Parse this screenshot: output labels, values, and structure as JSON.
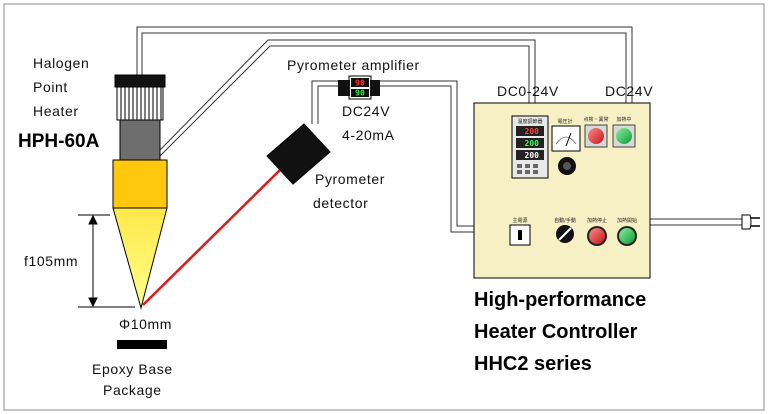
{
  "heater": {
    "name_line1": "Halogen",
    "name_line2": "Point",
    "name_line3": "Heater",
    "model": "HPH-60A"
  },
  "focal": {
    "distance": "f105mm",
    "spot": "Φ10mm"
  },
  "target": {
    "line1": "Epoxy Base",
    "line2": "Package"
  },
  "amplifier": {
    "label": "Pyrometer amplifier",
    "display_top": "90",
    "display_bottom": "90",
    "spec_line1": "DC24V",
    "spec_line2": "4-20mA"
  },
  "detector": {
    "line1": "Pyrometer",
    "line2": "detector"
  },
  "power": {
    "left": "DC0-24V",
    "right": "DC24V"
  },
  "controller": {
    "line1": "High-performance",
    "line2": "Heater Controller",
    "line3": "HHC2 series",
    "panel_temp_label": "温度調節器",
    "panel_meter_label": "電圧計",
    "panel_btn1_label": "点検・異常",
    "panel_btn2_label": "加熱中",
    "panel_main_switch": "主電源",
    "panel_mode_label": "自動/手動",
    "panel_btn3_label": "加熱停止",
    "panel_btn4_label": "加熱開始",
    "panel_display_1": "200",
    "panel_display_2": "200",
    "panel_display_3": "200"
  },
  "colors": {
    "panel_fill": "#f6f0c4",
    "laser": "#e01818",
    "cone_yellow": "#fff44c",
    "heater_orange": "#ffc80c",
    "heater_gray": "#6e6e6e",
    "red_button": "#e53030",
    "green_button": "#1ec040"
  }
}
